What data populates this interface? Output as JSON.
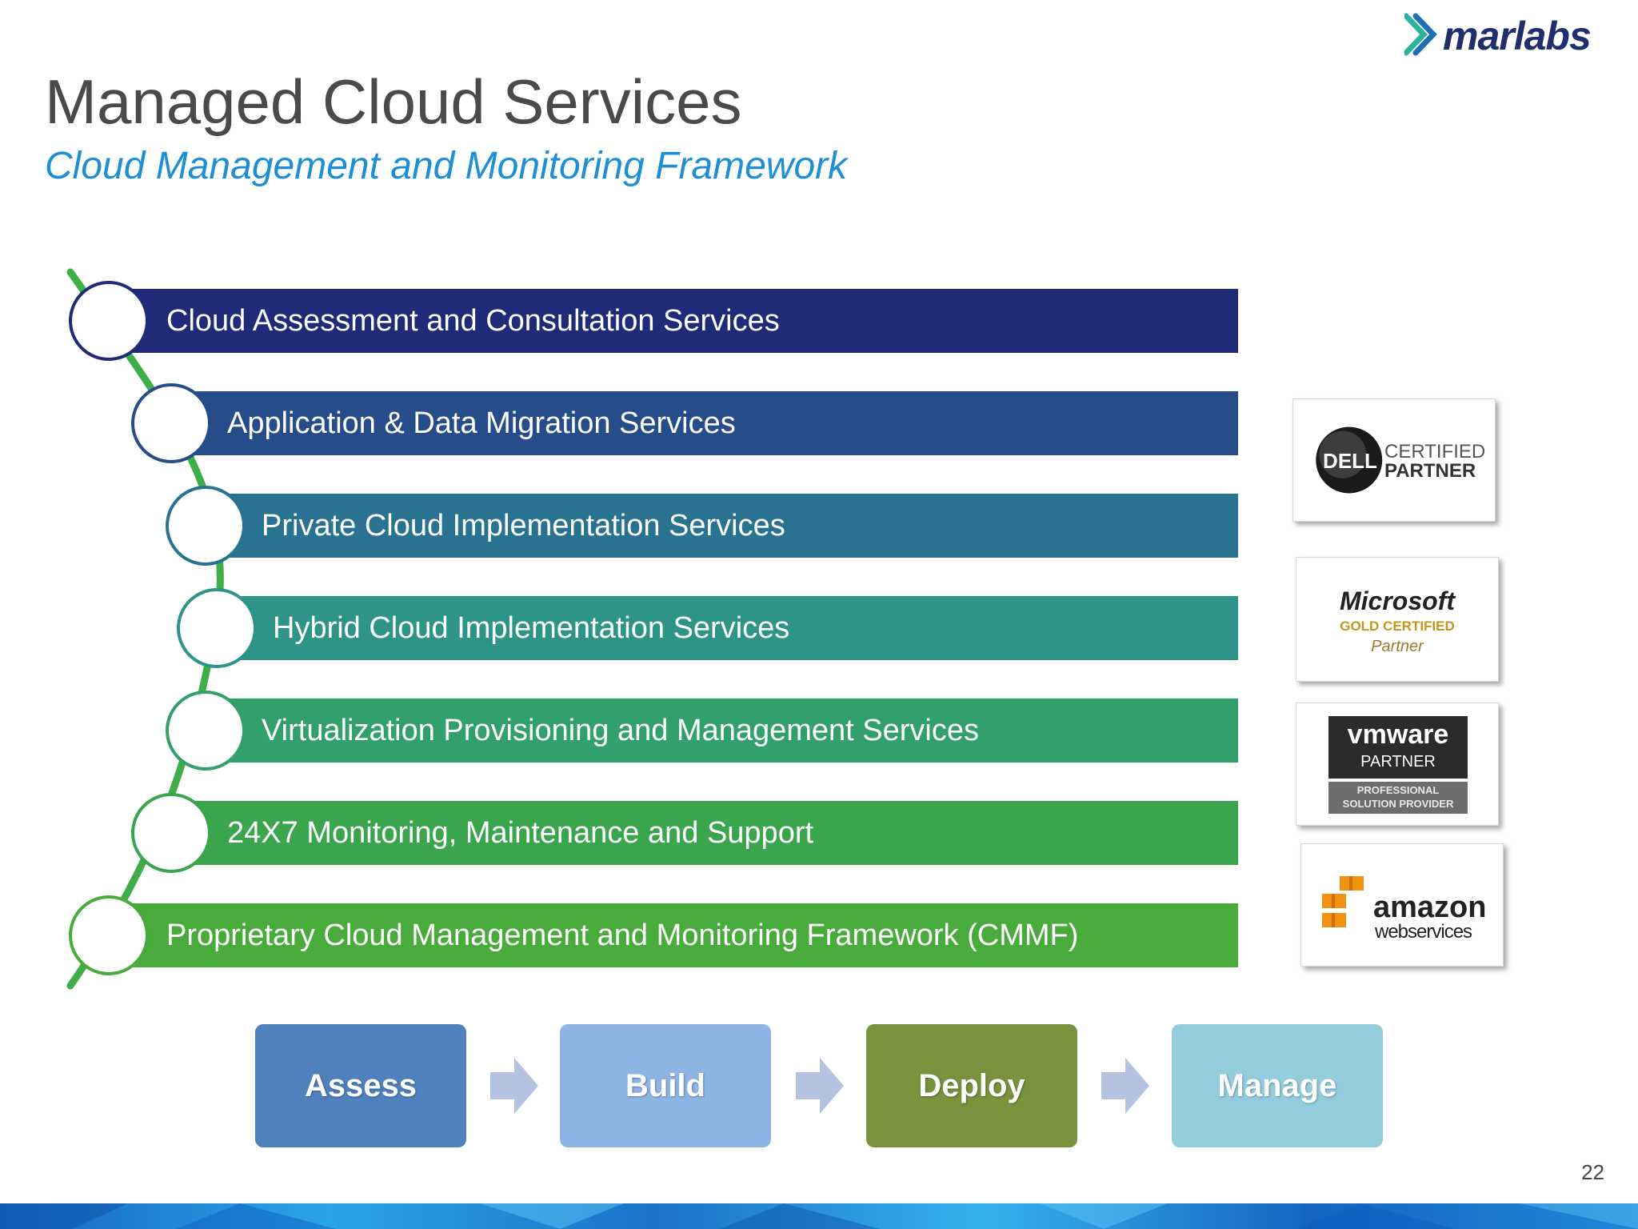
{
  "logo": {
    "text": "marlabs"
  },
  "title": "Managed Cloud Services",
  "subtitle": "Cloud Management and Monitoring Framework",
  "services": [
    {
      "label": "Cloud Assessment and Consultation Services",
      "color": "#1f2a78"
    },
    {
      "label": "Application & Data Migration Services",
      "color": "#264d8a"
    },
    {
      "label": "Private Cloud Implementation Services",
      "color": "#2a7390"
    },
    {
      "label": "Hybrid Cloud Implementation Services",
      "color": "#2e9488"
    },
    {
      "label": "Virtualization Provisioning and Management Services",
      "color": "#31a06a"
    },
    {
      "label": "24X7 Monitoring, Maintenance and Support",
      "color": "#3aa54d"
    },
    {
      "label": "Proprietary Cloud Management and Monitoring Framework (CMMF)",
      "color": "#48ab3b"
    }
  ],
  "partners": {
    "dell": {
      "brand": "DELL",
      "line1": "CERTIFIED",
      "line2": "PARTNER"
    },
    "microsoft": {
      "brand": "Microsoft",
      "line1": "GOLD CERTIFIED",
      "line2": "Partner"
    },
    "vmware": {
      "brand": "vmware",
      "line1": "PARTNER",
      "line2": "PROFESSIONAL",
      "line3": "SOLUTION PROVIDER"
    },
    "amazon": {
      "brand": "amazon",
      "line1": "webservices"
    }
  },
  "process": [
    {
      "label": "Assess",
      "color": "#4f81bd"
    },
    {
      "label": "Build",
      "color": "#8eb4e3"
    },
    {
      "label": "Deploy",
      "color": "#77933c"
    },
    {
      "label": "Manage",
      "color": "#93cddd"
    }
  ],
  "arrow_color": "#b4c3e1",
  "page_number": "22"
}
